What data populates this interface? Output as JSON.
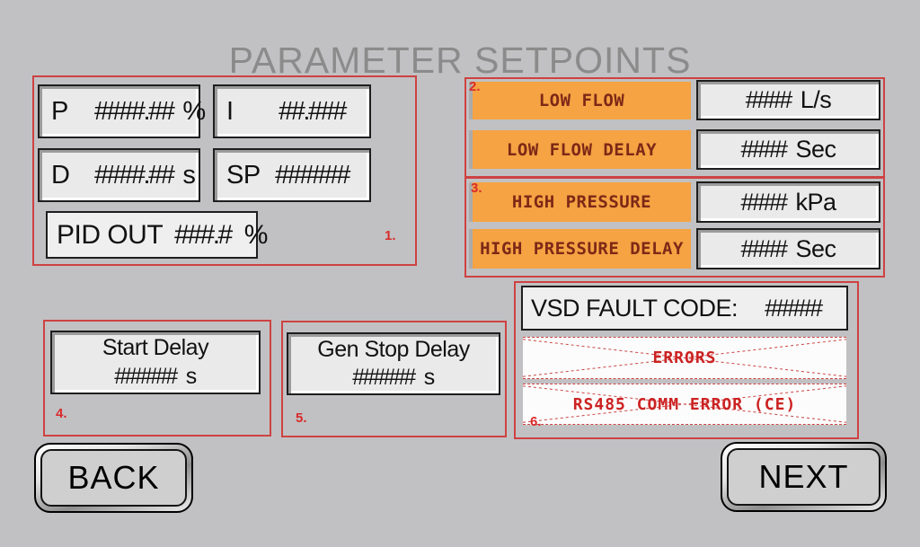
{
  "title": "PARAMETER SETPOINTS",
  "colors": {
    "background": "#C1C1C3",
    "group_border_red": "#CE4242",
    "annotation_red": "#D92B2B",
    "alarm_plate_orange": "#F5A343",
    "alarm_text_maroon": "#7E2817",
    "error_red": "#CC2222",
    "field_fill": "#EAEAEA",
    "title_gray": "#8B8B8B"
  },
  "groups": {
    "pid": {
      "number": "1.",
      "items": [
        {
          "label": "P",
          "value": "####.##",
          "unit": "%"
        },
        {
          "label": "I",
          "value": "##.###",
          "unit": ""
        },
        {
          "label": "D",
          "value": "####.##",
          "unit": "s"
        },
        {
          "label": "SP",
          "value": "######",
          "unit": ""
        }
      ],
      "pid_out": {
        "label": "PID OUT",
        "value": "###.#",
        "unit": "%"
      }
    },
    "flow": {
      "number": "2.",
      "rows": [
        {
          "name": "LOW FLOW",
          "value": "####",
          "unit": "L/s"
        },
        {
          "name": "LOW FLOW DELAY",
          "value": "####",
          "unit": "Sec"
        }
      ]
    },
    "pressure": {
      "number": "3.",
      "rows": [
        {
          "name": "HIGH PRESSURE",
          "value": "####",
          "unit": "kPa"
        },
        {
          "name": "HIGH PRESSURE DELAY",
          "value": "####",
          "unit": "Sec"
        }
      ]
    },
    "start_delay": {
      "number": "4.",
      "title": "Start Delay",
      "value": "######",
      "unit": "s"
    },
    "gen_stop_delay": {
      "number": "5.",
      "title": "Gen Stop Delay",
      "value": "######",
      "unit": "s"
    },
    "vsd": {
      "number": "6.",
      "fault_label": "VSD FAULT CODE:",
      "fault_value": "#####",
      "errors": [
        "ERRORS",
        "RS485 COMM ERROR (CE)"
      ]
    }
  },
  "nav": {
    "back": "BACK",
    "next": "NEXT"
  }
}
